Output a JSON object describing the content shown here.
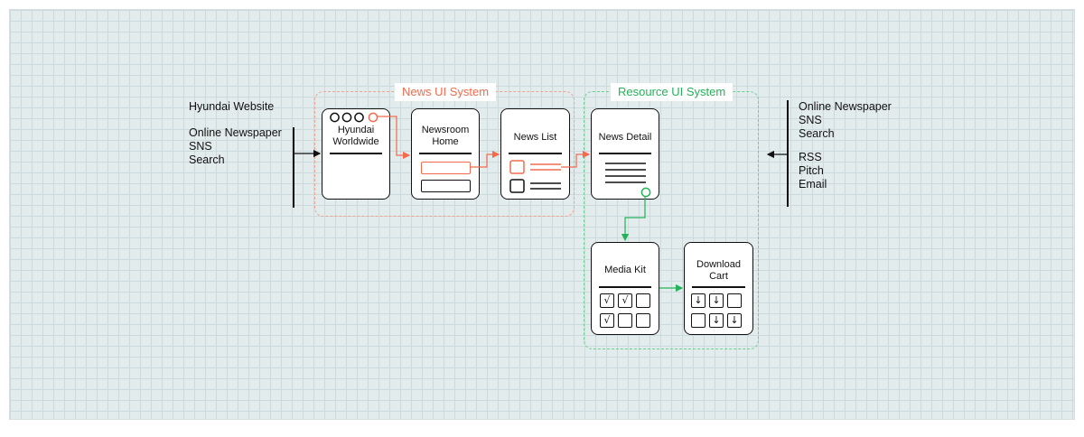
{
  "left_sources": {
    "group_a": [
      "Hyundai Website"
    ],
    "group_b": [
      "Online Newspaper",
      "SNS",
      "Search"
    ]
  },
  "right_sources": {
    "group_a": [
      "Online Newspaper",
      "SNS",
      "Search"
    ],
    "group_b": [
      "RSS",
      "Pitch",
      "Email"
    ]
  },
  "groups": {
    "news": {
      "title": "News UI System",
      "color": "#f26b4e"
    },
    "resource": {
      "title": "Resource UI System",
      "color": "#22b358"
    }
  },
  "cards": {
    "hyundai_worldwide": {
      "label": "Hyundai\nWorldwide"
    },
    "newsroom_home": {
      "label": "Newsroom\nHome"
    },
    "news_list": {
      "label": "News List"
    },
    "news_detail": {
      "label": "News Detail"
    },
    "media_kit": {
      "label": "Media Kit",
      "cells": [
        "√",
        "√",
        "",
        "√",
        "",
        ""
      ]
    },
    "download_cart": {
      "label": "Download\nCart",
      "cells": [
        "↓",
        "↓",
        "",
        "",
        "↓",
        "↓"
      ]
    }
  },
  "colors": {
    "accent_news": "#f26b4e",
    "accent_resource": "#22b358",
    "ink": "#111111"
  }
}
